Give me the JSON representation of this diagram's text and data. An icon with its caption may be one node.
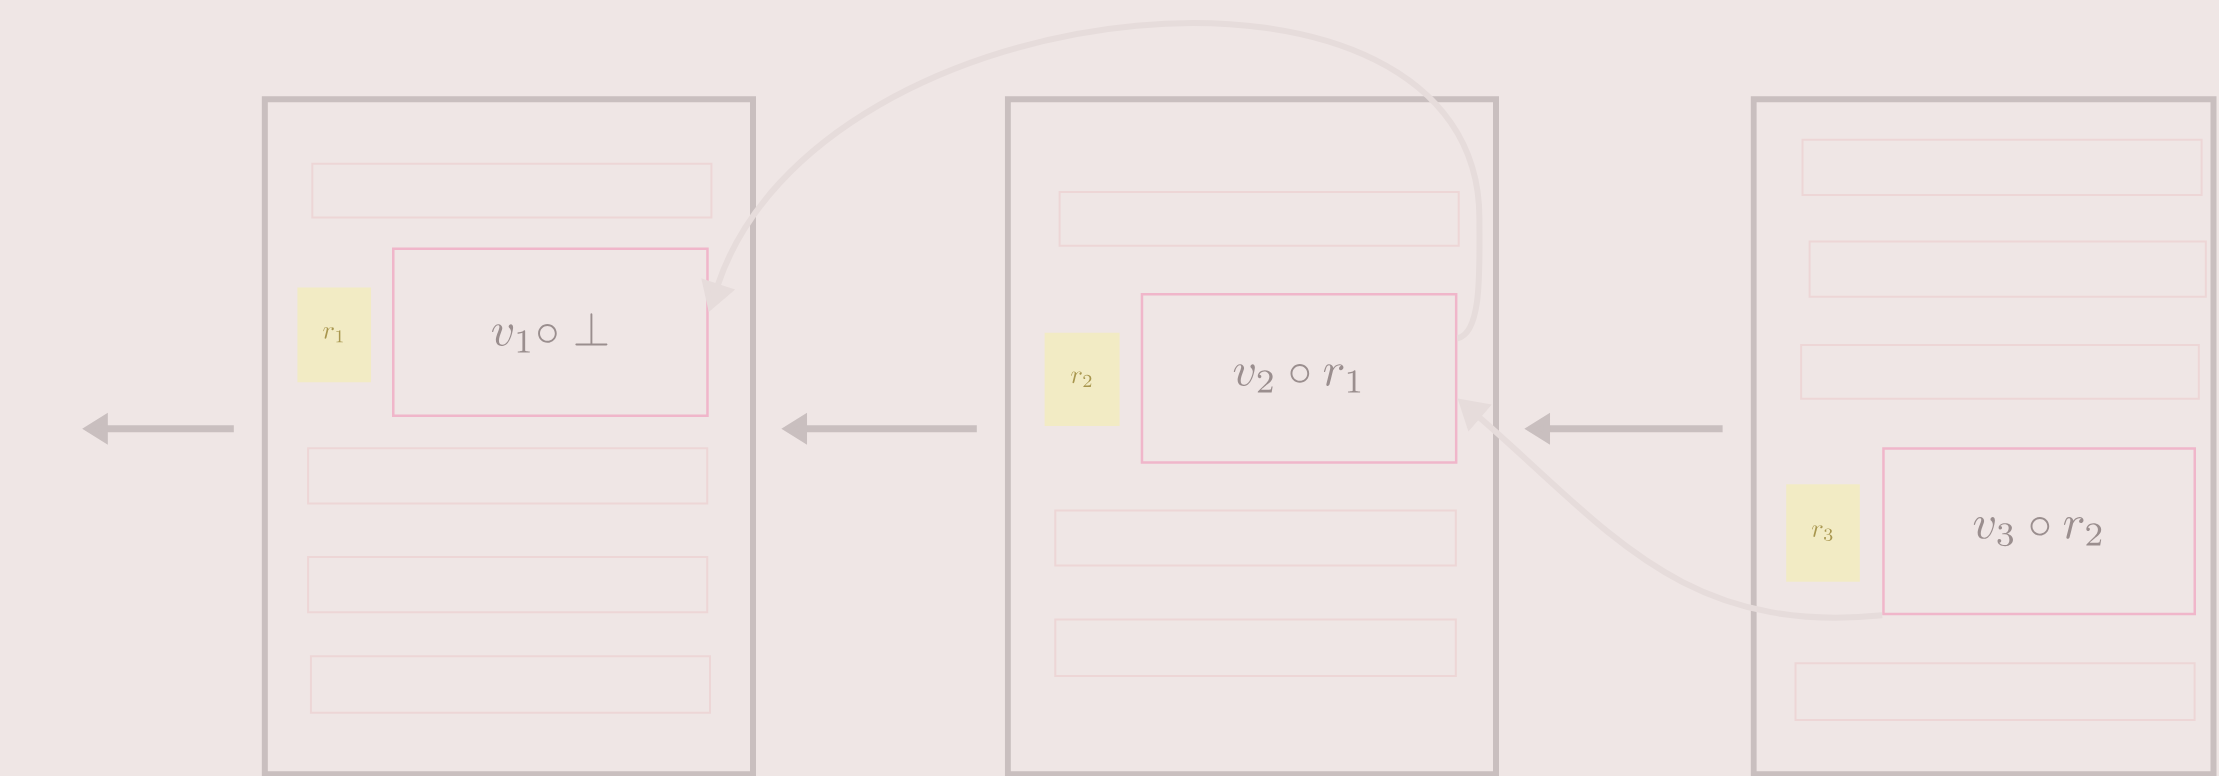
{
  "diagram": {
    "nodes": [
      {
        "text": [],
        "shape": "box"
      },
      {
        "text": [],
        "shape": "box",
        "in": 0
      },
      {
        "text": [
          "r_1"
        ],
        "in": 0
      },
      {
        "text": [
          "v_1 \\circ \\perp"
        ],
        "in": 0
      },
      {
        "text": [],
        "shape": "box",
        "in": 0
      },
      {
        "text": [],
        "shape": "box",
        "in": 0
      },
      {
        "text": [],
        "shape": "box",
        "in": 0
      },
      {
        "text": [],
        "shape": "box"
      },
      {
        "text": [],
        "shape": "box",
        "in": 7
      },
      {
        "text": [
          "v_2 \\circ r_1"
        ],
        "in": 7
      },
      {
        "text": [
          "r_2"
        ],
        "in": 7
      },
      {
        "text": [],
        "shape": "box",
        "in": 7
      },
      {
        "text": [],
        "shape": "box",
        "in": 7
      },
      {
        "text": [],
        "shape": "box"
      },
      {
        "text": [],
        "shape": "box",
        "in": 13
      },
      {
        "text": [],
        "shape": "box",
        "in": 13
      },
      {
        "text": [],
        "shape": "box",
        "in": 13
      },
      {
        "text": [
          "r_3"
        ],
        "in": 13
      },
      {
        "text": [
          "v_3 \\circ r_2"
        ],
        "in": 13
      },
      {
        "text": [],
        "shape": "box",
        "in": 13
      }
    ],
    "edges": [
      {
        "from": 0,
        "to": null,
        "arrow": "to"
      },
      {
        "from": 7,
        "to": 0,
        "arrow": "to"
      },
      {
        "from": 13,
        "to": 7,
        "arrow": "to"
      },
      {
        "from": 9,
        "to": 3,
        "arrow": "to",
        "color": "#e6dcdb"
      },
      {
        "from": 18,
        "to": 9,
        "arrow": "to",
        "color": "#e6dcdb"
      }
    ]
  }
}
